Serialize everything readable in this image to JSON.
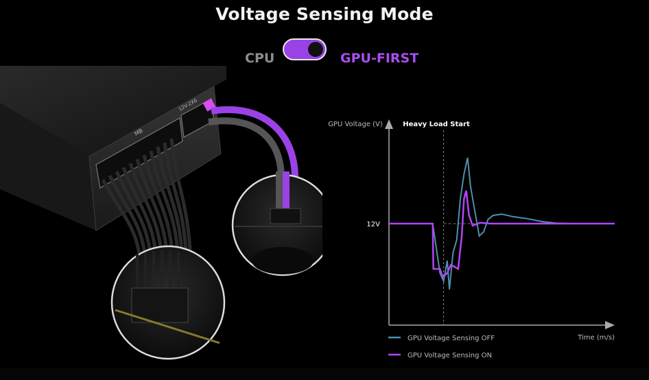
{
  "header": {
    "title": "Voltage Sensing Mode",
    "mode_left": "CPU",
    "mode_right": "GPU-FIRST",
    "toggle_state": "GPU-FIRST",
    "colors": {
      "accent": "#a84ef0",
      "inactive": "#8d8d8d"
    }
  },
  "illustration": {
    "connector_label_mb": "MB",
    "connector_label_gpu": "12V-2X6"
  },
  "chart_data": {
    "type": "line",
    "ylabel": "GPU Voltage (V)",
    "xlabel": "Time (m/s)",
    "y_tick_label": "12V",
    "annotation": "Heavy Load Start",
    "series": [
      {
        "name": "GPU Voltage Sensing OFF",
        "color": "#4d8fae",
        "points": [
          [
            0,
            0
          ],
          [
            6,
            0
          ],
          [
            7,
            -12
          ],
          [
            7.5,
            -14
          ],
          [
            8,
            -9
          ],
          [
            8.3,
            -16
          ],
          [
            8.8,
            -7
          ],
          [
            9.3,
            -4
          ],
          [
            9.8,
            6
          ],
          [
            10.3,
            12
          ],
          [
            10.8,
            16
          ],
          [
            11.2,
            9
          ],
          [
            11.8,
            3
          ],
          [
            12.4,
            -3
          ],
          [
            13,
            -2
          ],
          [
            13.6,
            1
          ],
          [
            14.3,
            2
          ],
          [
            15.5,
            2.3
          ],
          [
            17,
            1.7
          ],
          [
            19,
            1.2
          ],
          [
            21,
            0.5
          ],
          [
            23,
            0.1
          ],
          [
            25,
            0
          ],
          [
            31,
            0
          ]
        ]
      },
      {
        "name": "GPU Voltage Sensing ON",
        "color": "#b445f5",
        "points": [
          [
            0,
            0
          ],
          [
            6,
            0
          ],
          [
            6.1,
            -11
          ],
          [
            7,
            -11
          ],
          [
            7.4,
            -13
          ],
          [
            8,
            -12
          ],
          [
            8.5,
            -10
          ],
          [
            9.5,
            -11
          ],
          [
            10,
            -3
          ],
          [
            10.3,
            6
          ],
          [
            10.6,
            8
          ],
          [
            11,
            2
          ],
          [
            11.5,
            -0.5
          ],
          [
            12.5,
            0.2
          ],
          [
            14,
            0
          ],
          [
            31,
            0
          ]
        ]
      }
    ],
    "baseline": 12,
    "event_x": 7.5,
    "xlim": [
      0,
      31
    ],
    "ylim": [
      -20,
      20
    ],
    "legend_position": "bottom-left",
    "grid": false
  }
}
